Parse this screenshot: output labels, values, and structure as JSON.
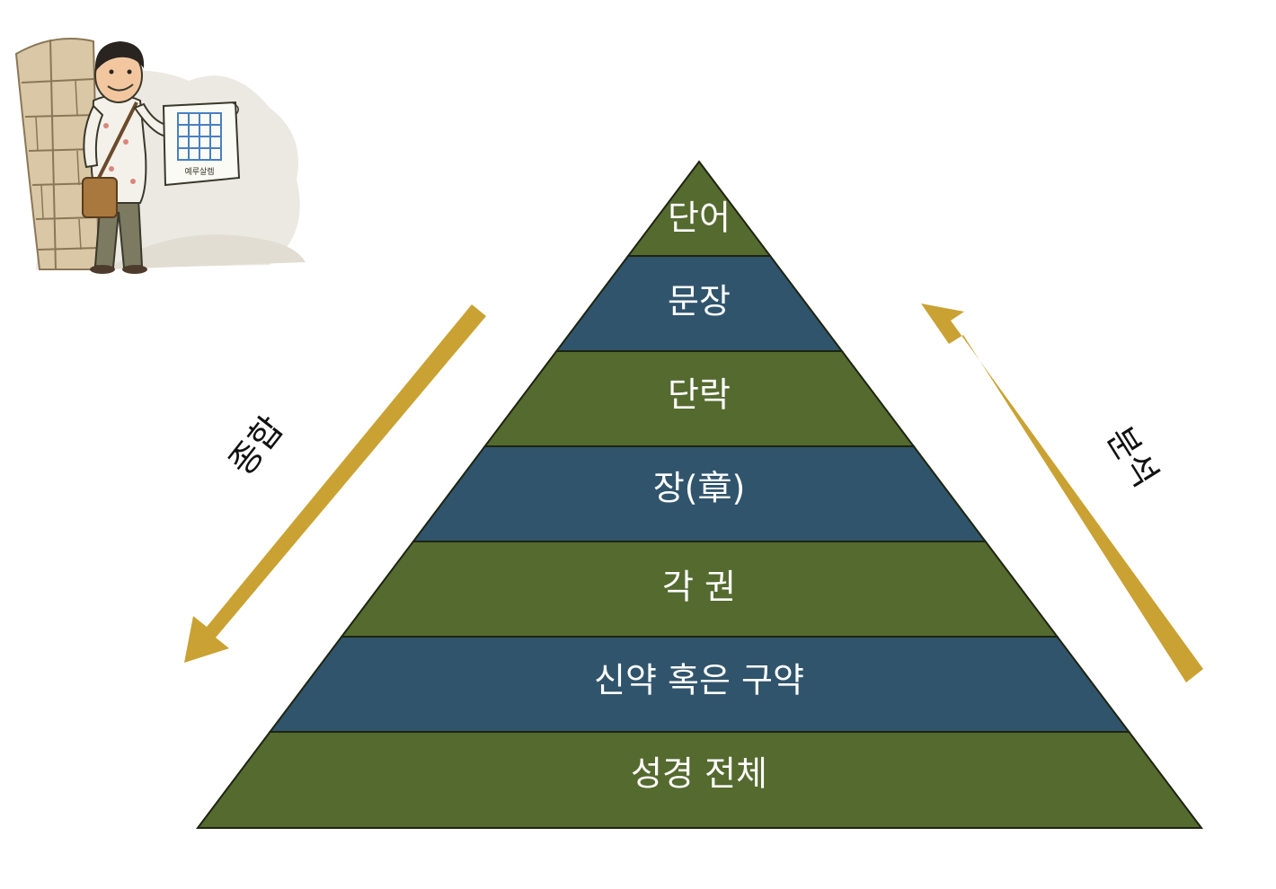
{
  "tiers": [
    {
      "label": "단어",
      "color": "#556a2f"
    },
    {
      "label": "문장",
      "color": "#30546c"
    },
    {
      "label": "단락",
      "color": "#556a2f"
    },
    {
      "label": "장(章)",
      "color": "#30546c"
    },
    {
      "label": "각 권",
      "color": "#556a2f"
    },
    {
      "label": "신약 혹은 구약",
      "color": "#30546c"
    },
    {
      "label": "성경 전체",
      "color": "#556a2f"
    }
  ],
  "left_arrow": {
    "label": "종합",
    "color": "#c9a233"
  },
  "right_arrow": {
    "label": "분석",
    "color": "#c9a233"
  },
  "illustration": {
    "map_caption": "예루살렘"
  }
}
